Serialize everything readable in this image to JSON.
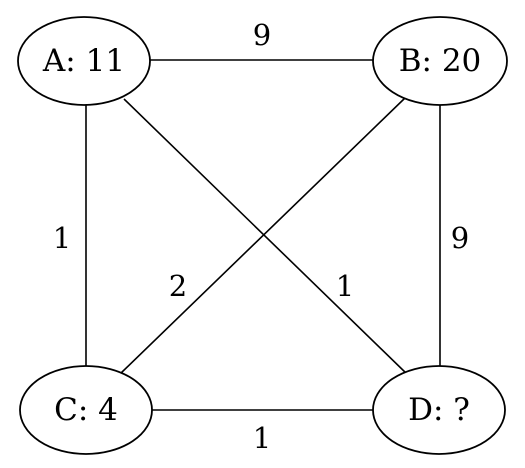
{
  "nodes": {
    "a": {
      "label": "A: 11"
    },
    "b": {
      "label": "B: 20"
    },
    "c": {
      "label": "C: 4"
    },
    "d": {
      "label": "D: ?"
    }
  },
  "edges": {
    "a_b": {
      "weight": "9"
    },
    "a_c": {
      "weight": "1"
    },
    "a_d": {
      "weight": "1"
    },
    "b_c": {
      "weight": "2"
    },
    "b_d": {
      "weight": "9"
    },
    "c_d": {
      "weight": "1"
    }
  }
}
